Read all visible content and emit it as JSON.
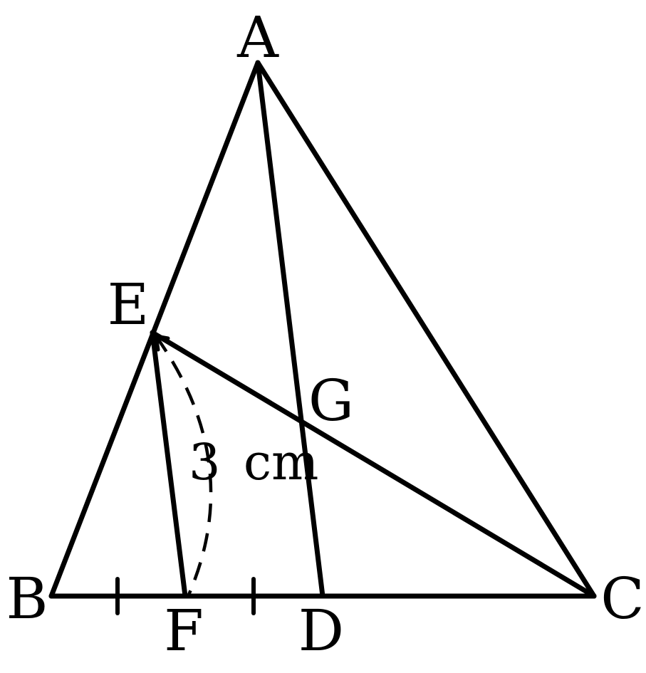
{
  "points": {
    "A": "A",
    "B": "B",
    "C": "C",
    "D": "D",
    "E": "E",
    "F": "F",
    "G": "G"
  },
  "measurement": {
    "value": "3",
    "unit": "cm"
  },
  "colors": {
    "stroke": "#000000",
    "background": "#ffffff"
  }
}
